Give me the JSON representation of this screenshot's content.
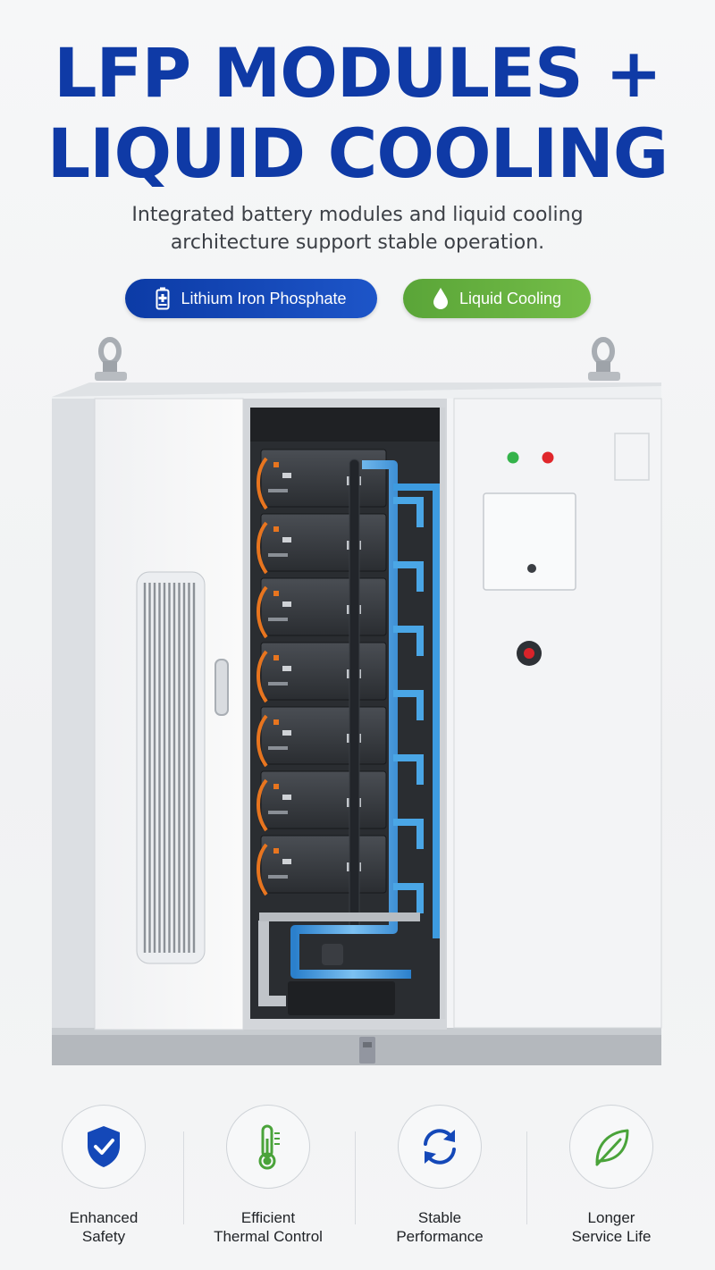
{
  "heading": {
    "line1": "LFP MODULES +",
    "line2": "LIQUID COOLING"
  },
  "subtitle": {
    "line1": "Integrated battery modules and liquid cooling",
    "line2": "architecture support stable operation."
  },
  "badges": [
    {
      "label": "Lithium Iron Phosphate",
      "icon": "battery-icon",
      "color": "#0f3aa6"
    },
    {
      "label": "Liquid Cooling",
      "icon": "water-drop-icon",
      "color": "#64ad3f"
    }
  ],
  "features": [
    {
      "line1": "Enhanced",
      "line2": "Safety",
      "icon": "shield-check-icon"
    },
    {
      "line1": "Efficient",
      "line2": "Thermal Control",
      "icon": "thermometer-icon"
    },
    {
      "line1": "Stable",
      "line2": "Performance",
      "icon": "refresh-cycle-icon"
    },
    {
      "line1": "Longer",
      "line2": "Service Life",
      "icon": "leaf-icon"
    }
  ],
  "colors": {
    "brand_blue": "#0f3aa6",
    "accent_green": "#64ad3f",
    "cable_orange": "#e8751f",
    "coolant_blue": "#3d9be0"
  }
}
